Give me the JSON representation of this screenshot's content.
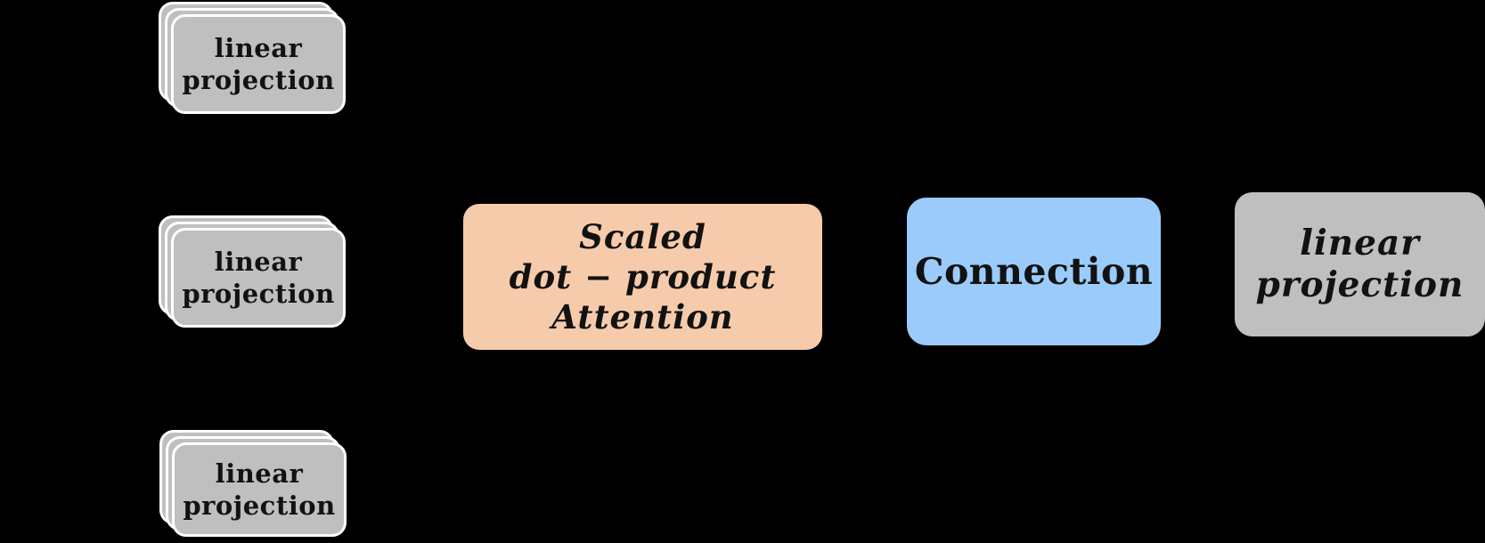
{
  "diagram": {
    "background": "#000000",
    "colors": {
      "card_gray": "#bfbfbf",
      "card_border": "#ffffff",
      "attention_fill": "#f6cbab",
      "connection_fill": "#9bcbfa",
      "text": "#121212"
    },
    "stacks": [
      {
        "lines": [
          "linear",
          "projection"
        ]
      },
      {
        "lines": [
          "linear",
          "projection"
        ]
      },
      {
        "lines": [
          "linear",
          "projection"
        ]
      }
    ],
    "attention_box": {
      "lines": [
        "Scaled",
        "dot − product",
        "Attention"
      ]
    },
    "connection_box": {
      "label": "Connection"
    },
    "output_box": {
      "lines": [
        "linear",
        "projection"
      ]
    }
  }
}
